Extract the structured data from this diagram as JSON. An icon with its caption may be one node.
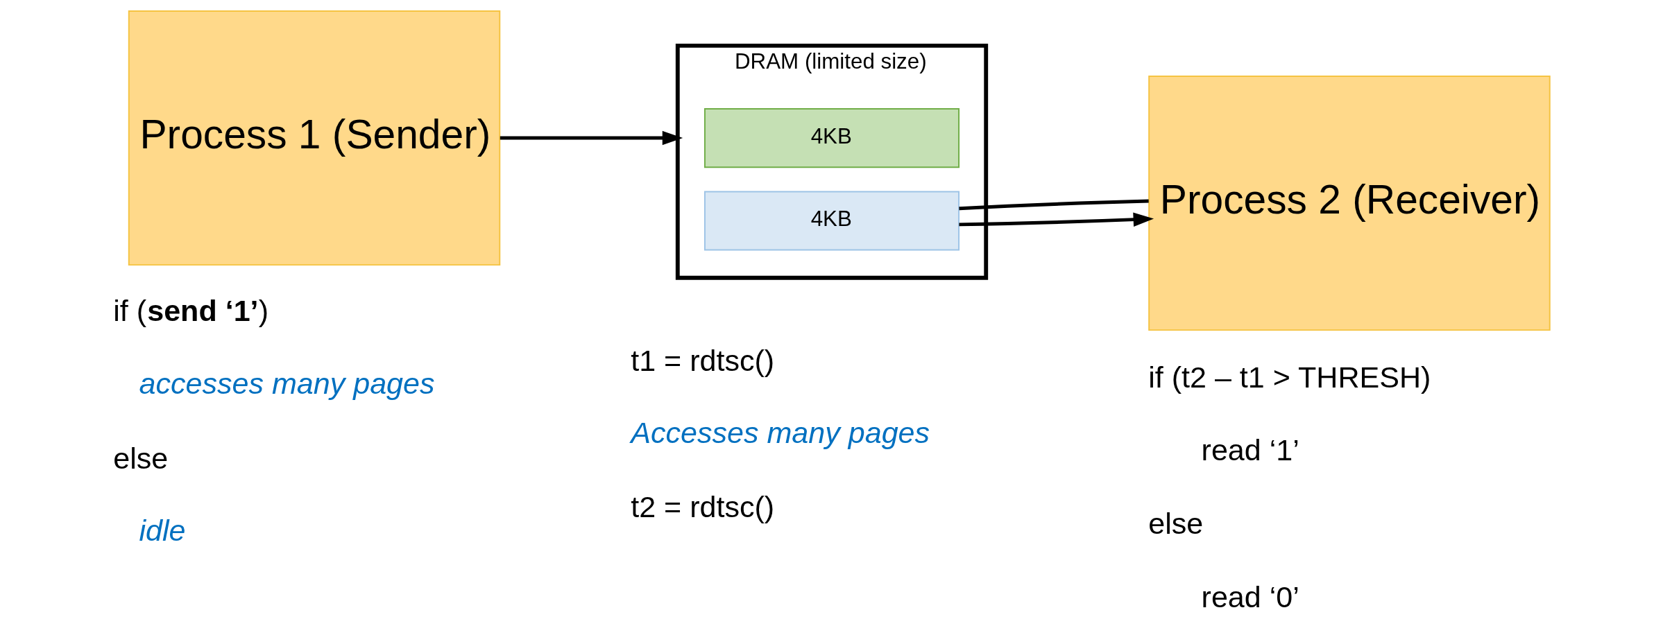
{
  "diagram": {
    "nodes": [
      {
        "text": [
          "Process 1 (Sender)"
        ]
      },
      {
        "text": [
          "DRAM (limited size)"
        ]
      },
      {
        "text": [
          "4KB"
        ],
        "in": 1
      },
      {
        "text": [
          "4KB"
        ],
        "in": 1
      },
      {
        "text": [
          "Process 2 (Receiver)"
        ]
      }
    ],
    "edges": [
      {
        "from": 0,
        "to": 1,
        "arrow": "to"
      },
      {
        "from": 4,
        "to": 3,
        "arrow": "none"
      },
      {
        "from": 3,
        "to": 4,
        "arrow": "to"
      }
    ],
    "labels": [
      "if (**send ‘1’**)",
      "accesses many pages",
      "else",
      "idle",
      "t1 = rdtsc()",
      "Accesses many pages",
      "t2 = rdtsc()",
      "if (t2 – t1 > THRESH)",
      "read ‘1’",
      "else",
      "read ‘0’"
    ]
  }
}
